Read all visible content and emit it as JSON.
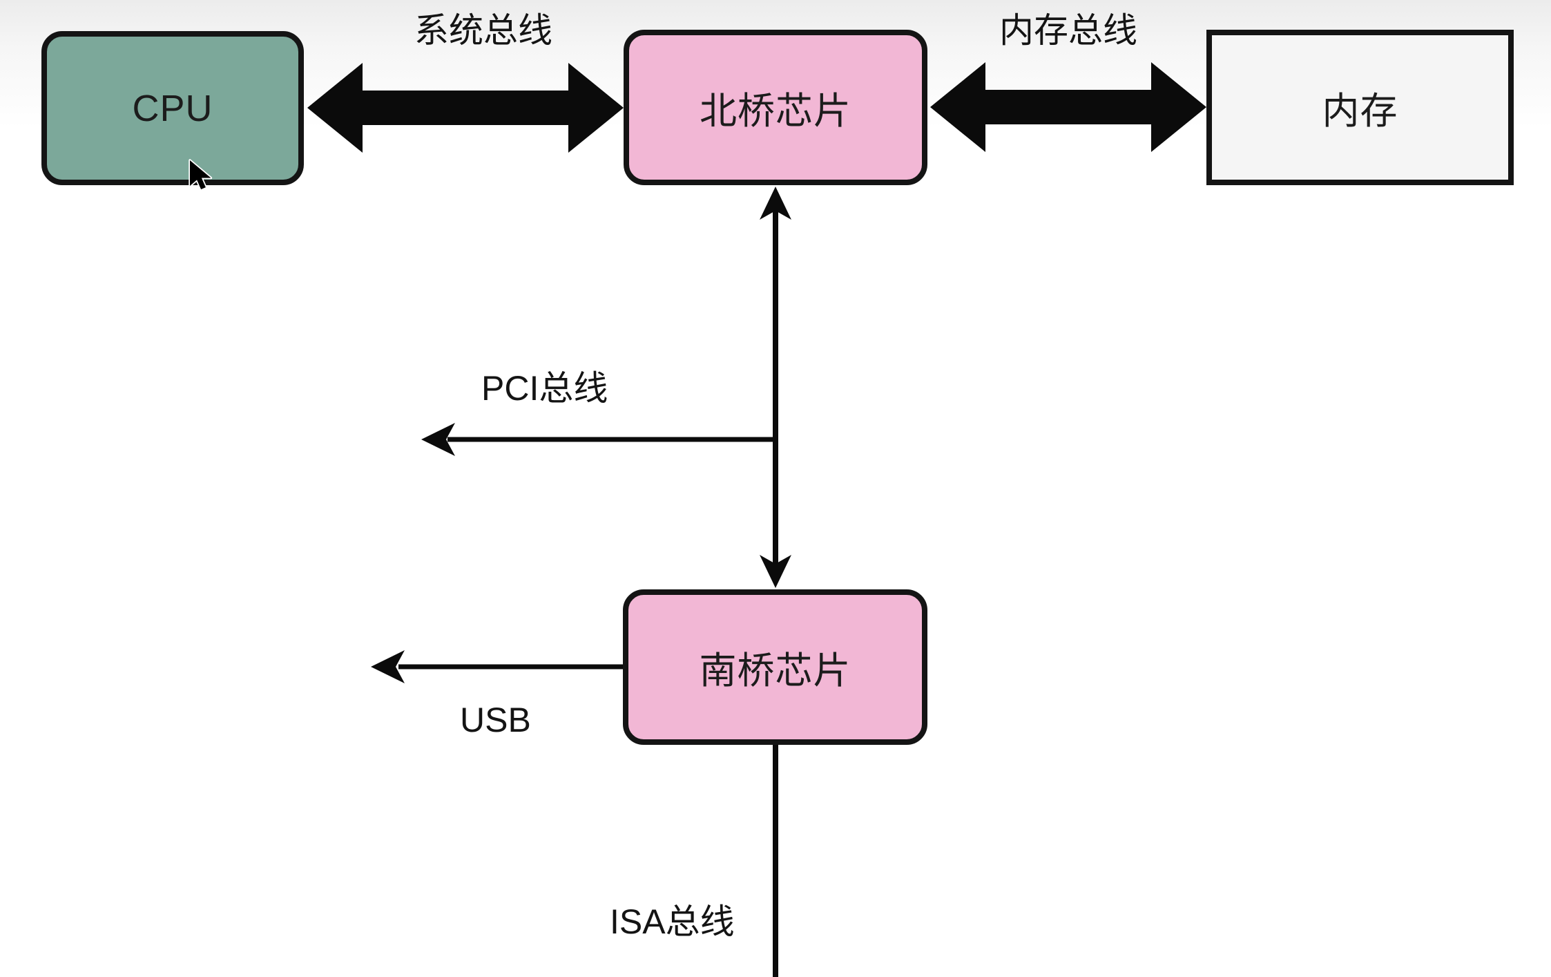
{
  "diagram": {
    "title": "chipset-bus-architecture",
    "nodes": {
      "cpu": {
        "label": "CPU",
        "fill": "#7CA89A",
        "border": "#141414",
        "shape": "rounded-rect"
      },
      "north_bridge": {
        "label": "北桥芯片",
        "fill": "#F2B7D5",
        "border": "#141414",
        "shape": "rounded-rect"
      },
      "memory": {
        "label": "内存",
        "fill": "#F5F5F5",
        "border": "#141414",
        "shape": "rect"
      },
      "south_bridge": {
        "label": "南桥芯片",
        "fill": "#F2B7D5",
        "border": "#141414",
        "shape": "rounded-rect"
      }
    },
    "bus_labels": {
      "system_bus": "系统总线",
      "memory_bus": "内存总线",
      "pci_bus": "PCI总线",
      "usb": "USB",
      "isa_bus": "ISA总线"
    },
    "connectors": [
      {
        "id": "system-bus-arrow",
        "from": "cpu",
        "to": "north_bridge",
        "type": "thick-double-arrow",
        "label": "系统总线"
      },
      {
        "id": "memory-bus-arrow",
        "from": "north_bridge",
        "to": "memory",
        "type": "thick-double-arrow",
        "label": "内存总线"
      },
      {
        "id": "bridge-link-arrow",
        "from": "north_bridge",
        "to": "south_bridge",
        "type": "thin-double-arrow",
        "label": ""
      },
      {
        "id": "pci-branch-arrow",
        "from": "bridge-link",
        "to": "left-edge",
        "type": "thin-arrow-left",
        "label": "PCI总线"
      },
      {
        "id": "usb-branch-arrow",
        "from": "south_bridge",
        "to": "left-edge",
        "type": "thin-arrow-left",
        "label": "USB"
      },
      {
        "id": "isa-branch-line",
        "from": "south_bridge",
        "to": "bottom-edge",
        "type": "plain-line",
        "label": "ISA总线"
      }
    ],
    "colors": {
      "line": "#141414",
      "text": "#1a1a1a",
      "background_top": "#ececec",
      "background": "#ffffff",
      "node_green": "#7CA89A",
      "node_pink": "#F2B7D5",
      "node_gray": "#F5F5F5"
    }
  }
}
